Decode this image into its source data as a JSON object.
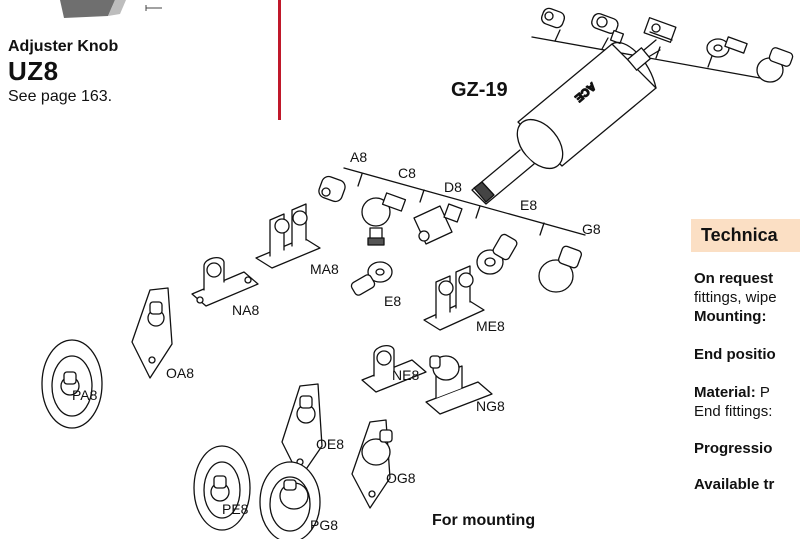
{
  "knob": {
    "title": "Adjuster Knob",
    "code": "UZ8",
    "page_ref": "See page 163."
  },
  "model": "GZ-19",
  "cylinder_label": "ACE",
  "fittings_top": [
    "A8",
    "C8",
    "D8",
    "E8",
    "G8"
  ],
  "fittings_mounting": [
    "MA8",
    "NA8",
    "OA8",
    "PA8",
    "E8",
    "ME8",
    "NE8",
    "NG8",
    "OE8",
    "OG8",
    "PE8",
    "PG8"
  ],
  "mounting_caption": "For mounting",
  "tech": {
    "header": "Technica",
    "on_request": "On request",
    "on_request_text": "fittings, wipe",
    "mounting": "Mounting:",
    "end_position": "End positio",
    "material": "Material:",
    "material_text": "P",
    "end_fittings": "End fittings:",
    "progression": "Progressio",
    "available": "Available tr"
  },
  "colors": {
    "accent_red": "#c0182a",
    "header_fill": "#fbdfc4"
  }
}
